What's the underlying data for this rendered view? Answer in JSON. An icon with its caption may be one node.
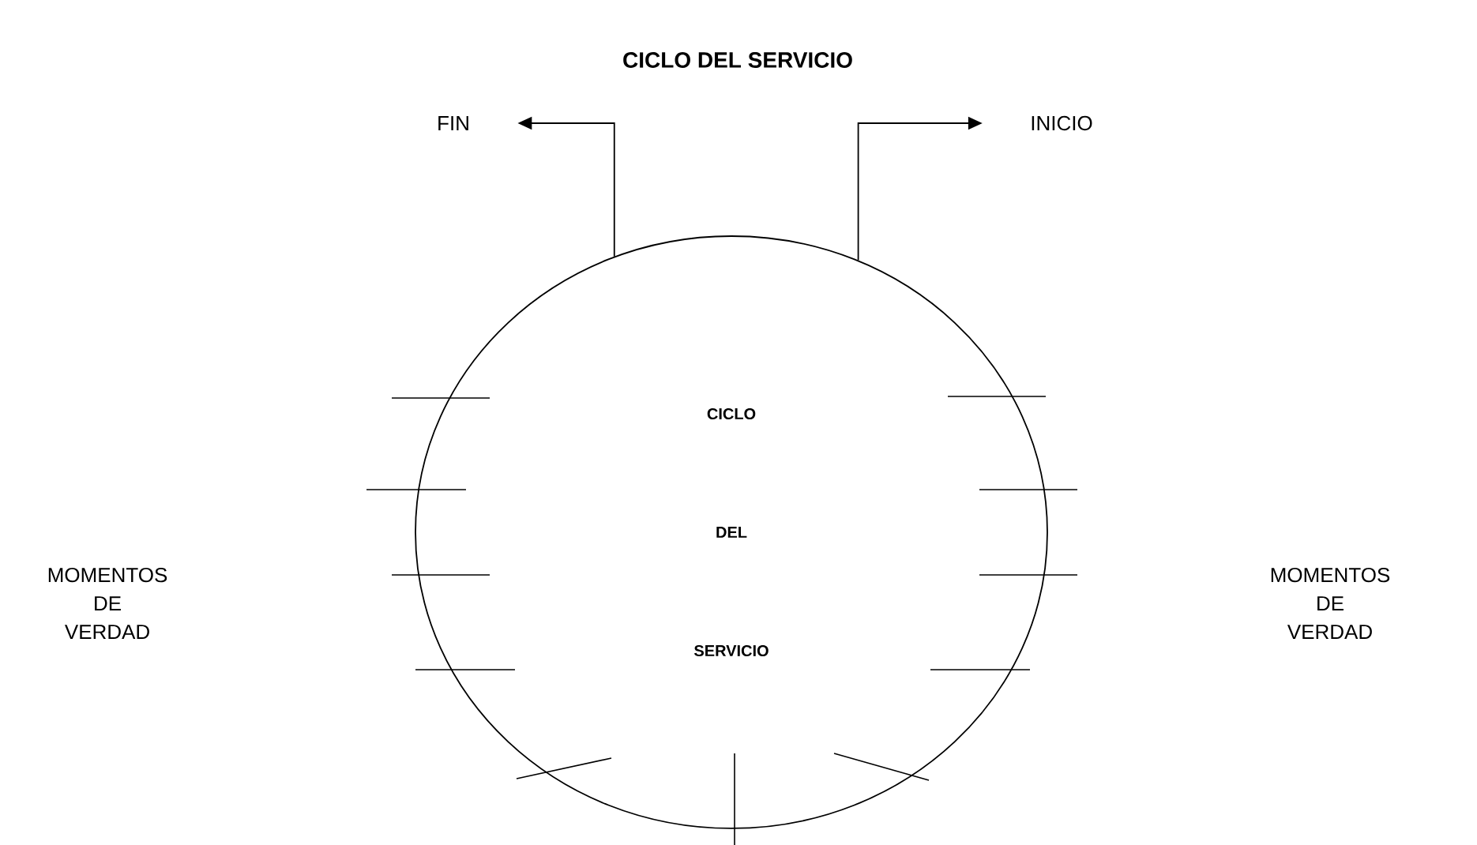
{
  "diagram": {
    "title": "CICLO DEL SERVICIO",
    "nodes": [
      {
        "text": [
          "CICLO DEL SERVICIO"
        ]
      },
      {
        "text": [
          "FIN"
        ]
      },
      {
        "text": [
          "INICIO"
        ]
      }
    ],
    "edges": [
      {
        "from": 0,
        "to": 1,
        "arrow": "to"
      },
      {
        "from": 0,
        "to": 2,
        "arrow": "to"
      }
    ],
    "labels": [
      "MOMENTOS DE VERDAD",
      "MOMENTOS DE VERDAD"
    ]
  }
}
